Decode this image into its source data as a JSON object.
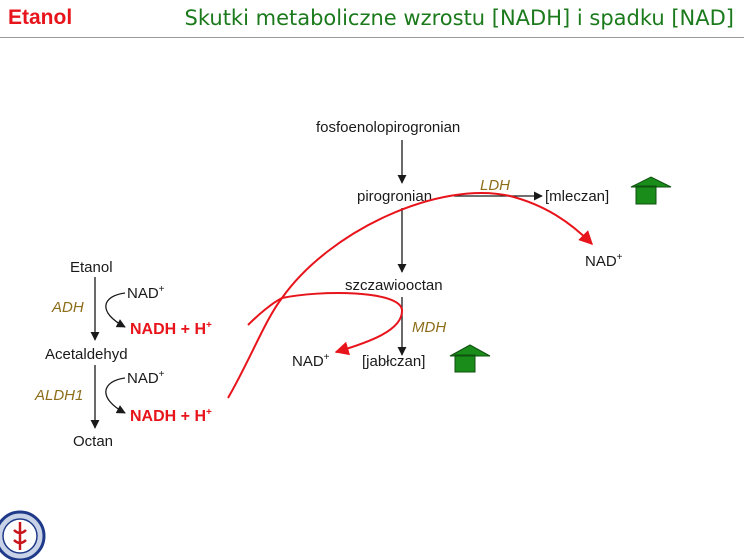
{
  "header": {
    "brand": "Etanol",
    "title": "Skutki metaboliczne wzrostu [NADH] i spadku [NAD]"
  },
  "pathway_left": {
    "etanol": "Etanol",
    "adh": "ADH",
    "nad_1": "NAD",
    "nadh_1": "NADH + H",
    "acetaldehyd": "Acetaldehyd",
    "aldh1": "ALDH1",
    "nad_2": "NAD",
    "nadh_2": "NADH + H",
    "octan": "Octan"
  },
  "pathway_right": {
    "fosfoenolopirogronian": "fosfoenolopirogronian",
    "pirogronian": "pirogronian",
    "ldh": "LDH",
    "mleczan": "[mleczan]",
    "nad_ldh": "NAD",
    "szczawiooctan": "szczawiooctan",
    "mdh": "MDH",
    "jablczan": "[jabłczan]",
    "nad_mdh": "NAD"
  },
  "superscript_plus": "+",
  "colors": {
    "brand": "#e8141b",
    "title": "#1b7a1b",
    "enzyme": "#8c6d1a",
    "red_arrow": "#e8141b",
    "up_arrow": "#1a8c1a"
  },
  "icons": {
    "increase": "green-up-arrow-icon",
    "logo": "university-seal-logo"
  }
}
